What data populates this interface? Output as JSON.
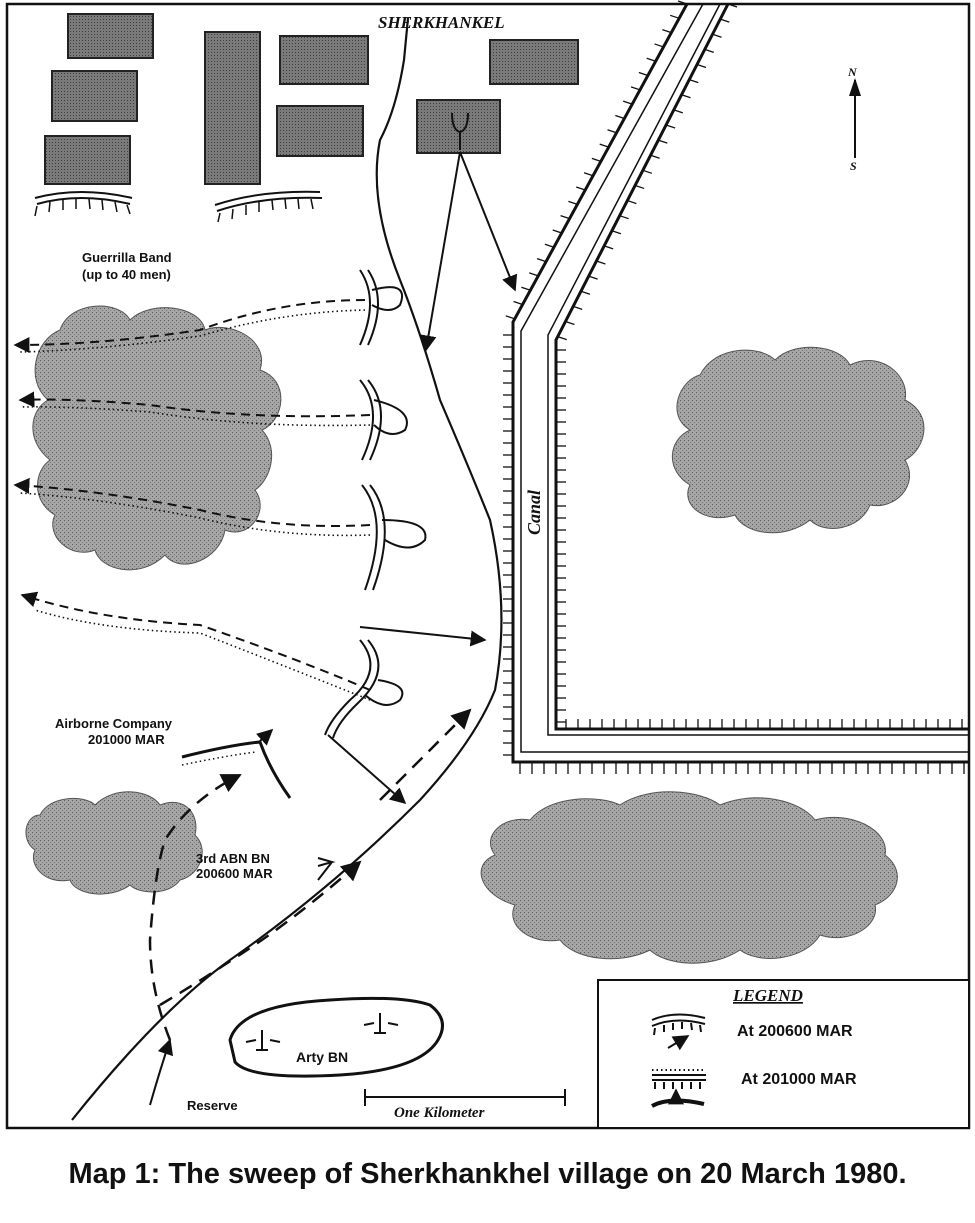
{
  "map": {
    "village_name": "SHERKHANKEL",
    "canal_label": "Canal",
    "compass": {
      "north": "N",
      "south": "S"
    },
    "units": {
      "guerrilla_line1": "Guerrilla Band",
      "guerrilla_line2": "(up to 40 men)",
      "airborne_line1": "Airborne Company",
      "airborne_line2": "201000 MAR",
      "abn_bn_line1": "3rd ABN BN",
      "abn_bn_line2": "200600 MAR",
      "arty": "Arty BN",
      "reserve": "Reserve"
    },
    "scale_label": "One Kilometer",
    "legend": {
      "title": "LEGEND",
      "items": [
        "At 200600 MAR",
        "At 201000 MAR"
      ]
    },
    "colors": {
      "ink": "#111111",
      "building": "#6e6e6e",
      "vegetation": "#9a9a9a",
      "paper": "#ffffff"
    }
  },
  "caption": "Map 1: The sweep of Sherkhankhel village on 20 March 1980."
}
